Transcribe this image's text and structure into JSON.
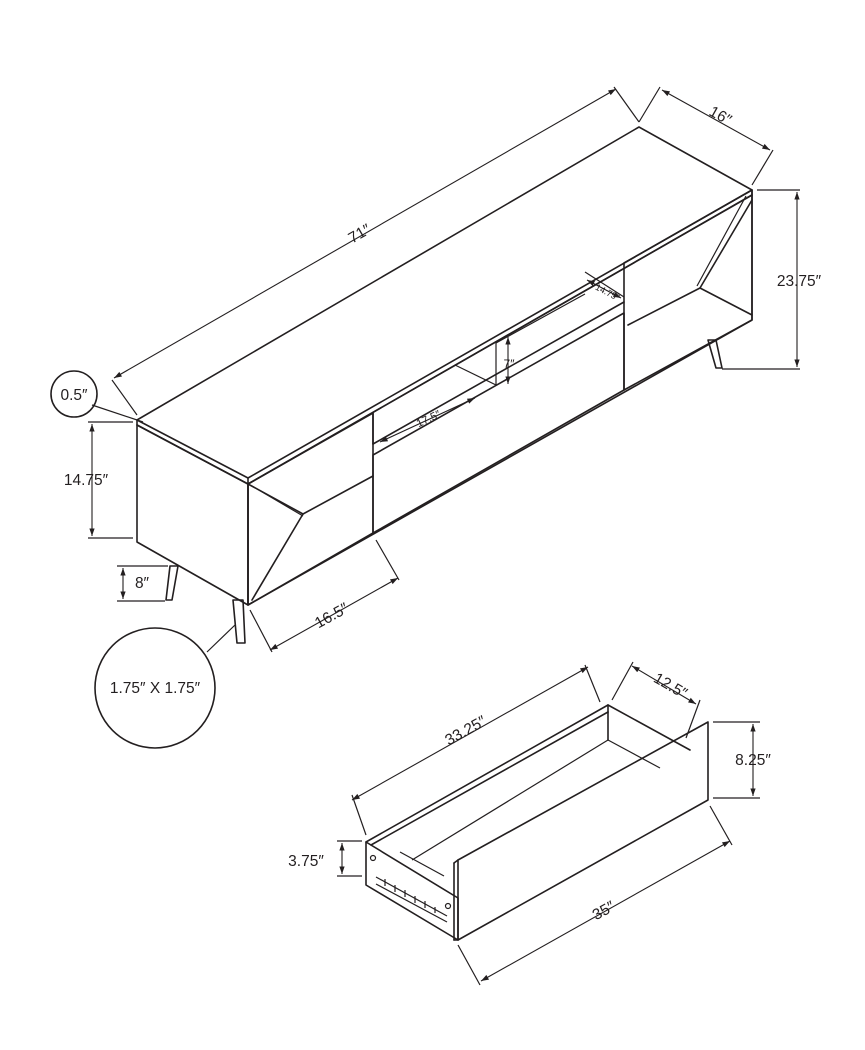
{
  "dimensions": {
    "overall_width": "71″",
    "depth": "16″",
    "top_thickness": "0.5″",
    "body_height": "14.75″",
    "leg_height": "8″",
    "overall_height": "23.75″",
    "compartment_depth": "14.75″",
    "compartment_height": "7″",
    "compartment_width": "17.5″",
    "side_door_width": "16.5″",
    "leg_size": "1.75″ X 1.75″"
  },
  "drawer": {
    "length": "33.25″",
    "depth": "12.5″",
    "front_height": "8.25″",
    "side_height": "3.75″",
    "front_width": "35″"
  },
  "colors": {
    "line": "#231f20",
    "background": "#ffffff"
  }
}
